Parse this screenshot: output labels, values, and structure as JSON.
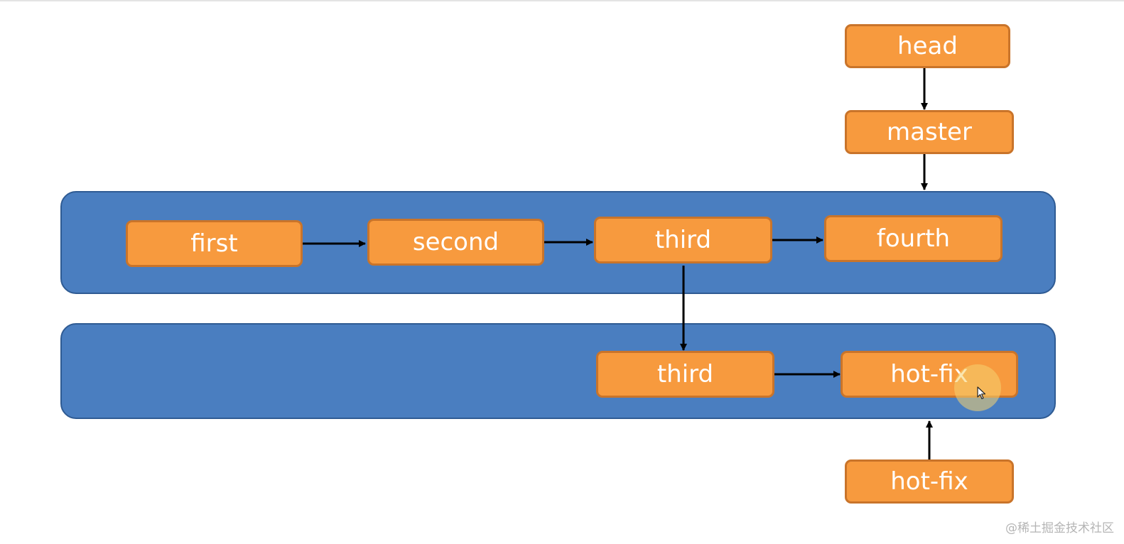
{
  "diagram": {
    "colors": {
      "band_fill": "#4a7ec0",
      "band_border": "#2f5b93",
      "node_fill": "#f79a3e",
      "node_border": "#c9742a",
      "node_text": "#ffffff",
      "arrow": "#000000"
    },
    "nodes": {
      "head": "head",
      "master": "master",
      "first": "first",
      "second": "second",
      "third_main": "third",
      "fourth": "fourth",
      "third_branch": "third",
      "hotfix_commit": "hot-fix",
      "hotfix_ref": "hot-fix"
    },
    "edges": [
      {
        "from": "head",
        "to": "master"
      },
      {
        "from": "master",
        "to": "fourth"
      },
      {
        "from": "first",
        "to": "second"
      },
      {
        "from": "second",
        "to": "third_main"
      },
      {
        "from": "third_main",
        "to": "fourth"
      },
      {
        "from": "third_main",
        "to": "third_branch"
      },
      {
        "from": "third_branch",
        "to": "hotfix_commit"
      },
      {
        "from": "hotfix_ref",
        "to": "hotfix_commit"
      }
    ]
  },
  "watermark": "@稀土掘金技术社区"
}
